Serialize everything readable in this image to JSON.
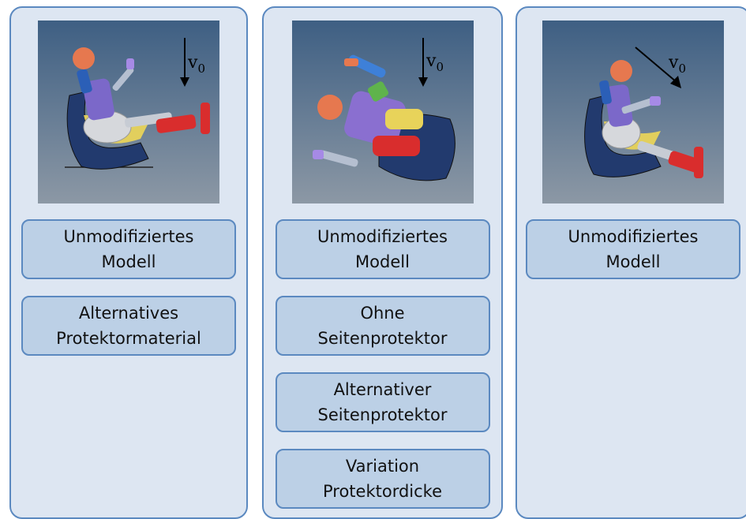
{
  "panels": [
    {
      "velocity_label": "v",
      "velocity_sub": "0",
      "options": [
        {
          "line1": "Unmodifiziertes",
          "line2": "Modell"
        },
        {
          "line1": "Alternatives",
          "line2": "Protektormaterial"
        }
      ]
    },
    {
      "velocity_label": "v",
      "velocity_sub": "0",
      "options": [
        {
          "line1": "Unmodifiziertes",
          "line2": "Modell"
        },
        {
          "line1": "Ohne",
          "line2": "Seitenprotektor"
        },
        {
          "line1": "Alternativer",
          "line2": "Seitenprotektor"
        },
        {
          "line1": "Variation",
          "line2": "Protektordicke"
        }
      ]
    },
    {
      "velocity_label": "v",
      "velocity_sub": "0",
      "options": [
        {
          "line1": "Unmodifiziertes",
          "line2": "Modell"
        }
      ]
    }
  ],
  "colors": {
    "panel_bg": "#dde6f2",
    "panel_border": "#5b89c0",
    "button_bg": "#bcd0e6",
    "scene_top": "#3e5f83",
    "scene_bottom": "#8c98a5"
  },
  "icons": [
    "velocity-arrow-icon",
    "dummy-seat-icon"
  ]
}
